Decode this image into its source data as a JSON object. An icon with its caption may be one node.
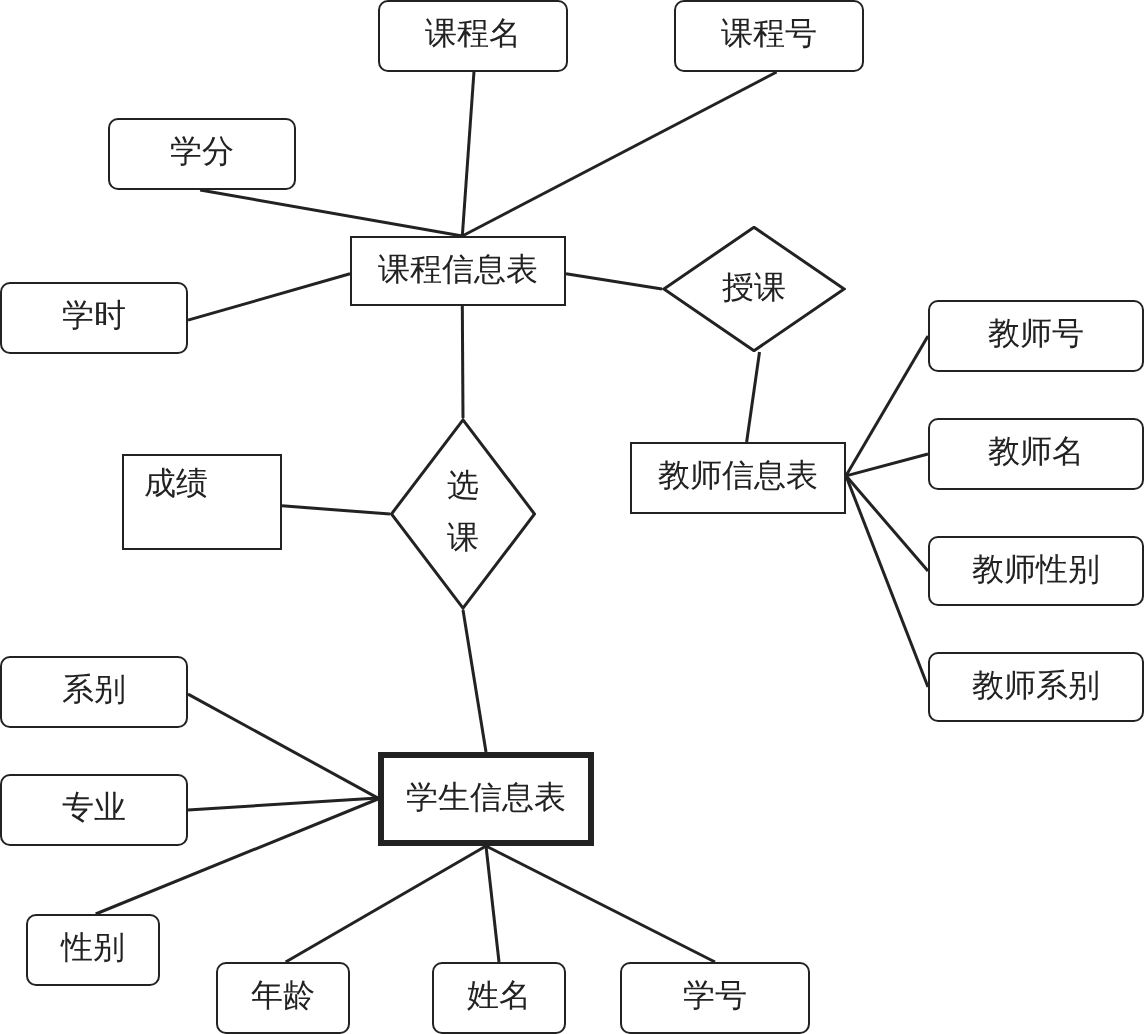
{
  "diagram": {
    "nodes": [
      {
        "text": [
          "课程名"
        ]
      },
      {
        "text": [
          "课程号"
        ]
      },
      {
        "text": [
          "学分"
        ]
      },
      {
        "text": [
          "课程信息表"
        ]
      },
      {
        "text": [
          "学时"
        ]
      },
      {
        "text": [
          "授课"
        ]
      },
      {
        "text": [
          "教师信息表"
        ]
      },
      {
        "text": [
          "教师号"
        ]
      },
      {
        "text": [
          "教师名"
        ]
      },
      {
        "text": [
          "教师性别"
        ]
      },
      {
        "text": [
          "教师系别"
        ]
      },
      {
        "text": [
          "成绩"
        ]
      },
      {
        "text": [
          "选课"
        ]
      },
      {
        "text": [
          "系别"
        ]
      },
      {
        "text": [
          "专业"
        ]
      },
      {
        "text": [
          "学生信息表"
        ]
      },
      {
        "text": [
          "性别"
        ]
      },
      {
        "text": [
          "年龄"
        ]
      },
      {
        "text": [
          "姓名"
        ]
      },
      {
        "text": [
          "学号"
        ]
      }
    ],
    "edges": [
      {
        "from": 0,
        "to": 3,
        "arrow": "none"
      },
      {
        "from": 1,
        "to": 3,
        "arrow": "none"
      },
      {
        "from": 2,
        "to": 3,
        "arrow": "none"
      },
      {
        "from": 4,
        "to": 3,
        "arrow": "none"
      },
      {
        "from": 3,
        "to": 5,
        "arrow": "none"
      },
      {
        "from": 5,
        "to": 6,
        "arrow": "none"
      },
      {
        "from": 6,
        "to": 7,
        "arrow": "none"
      },
      {
        "from": 6,
        "to": 8,
        "arrow": "none"
      },
      {
        "from": 6,
        "to": 9,
        "arrow": "none"
      },
      {
        "from": 6,
        "to": 10,
        "arrow": "none"
      },
      {
        "from": 3,
        "to": 12,
        "arrow": "none"
      },
      {
        "from": 11,
        "to": 12,
        "arrow": "none"
      },
      {
        "from": 12,
        "to": 15,
        "arrow": "none"
      },
      {
        "from": 13,
        "to": 15,
        "arrow": "none"
      },
      {
        "from": 14,
        "to": 15,
        "arrow": "none"
      },
      {
        "from": 16,
        "to": 15,
        "arrow": "none"
      },
      {
        "from": 15,
        "to": 17,
        "arrow": "none"
      },
      {
        "from": 15,
        "to": 18,
        "arrow": "none"
      },
      {
        "from": 15,
        "to": 19,
        "arrow": "none"
      }
    ]
  }
}
